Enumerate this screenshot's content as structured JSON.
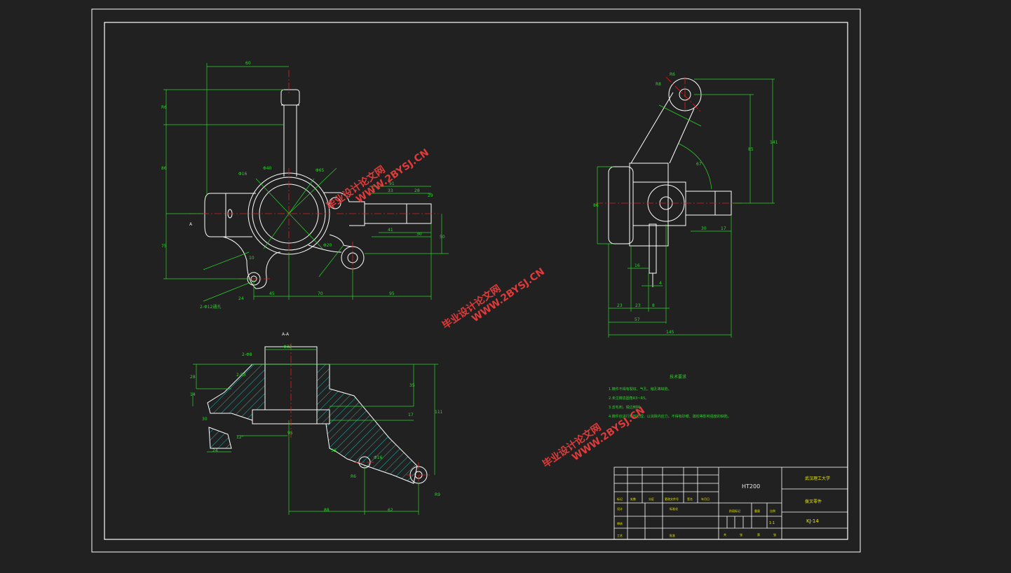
{
  "colors": {
    "background": "#212121",
    "outline": "#ffffff",
    "dimension": "#2bd62b",
    "centerline": "#e02020",
    "hatch": "#2ad6d6",
    "watermark": "#e03a3a",
    "title_text": "#e8e800"
  },
  "watermark": {
    "line1": "毕业设计论文网",
    "line2": "WWW.2BYSJ.CN"
  },
  "section_label": "A-A",
  "view_marker": "A",
  "front_view": {
    "dims": [
      "60",
      "R6",
      "86",
      "75",
      "45",
      "70",
      "95",
      "91",
      "8",
      "33",
      "28",
      "41",
      "30",
      "50",
      "29",
      "10",
      "24",
      "2-Φ12通孔",
      "Φ16",
      "Φ40",
      "Φ65",
      "Φ20"
    ]
  },
  "side_view": {
    "dims": [
      "R8",
      "R6",
      "85",
      "141",
      "67",
      "86",
      "30",
      "17",
      "16",
      "4",
      "23",
      "23",
      "8",
      "57",
      "145"
    ]
  },
  "section_view": {
    "dims": [
      "Φ32",
      "2-Φ8",
      "2-R5",
      "28",
      "14",
      "35",
      "30",
      "17",
      "111",
      "12°",
      "24",
      "95",
      "36",
      "88",
      "62",
      "R6",
      "Φ16",
      "R9"
    ]
  },
  "notes": [
    "技术要求",
    "1.铸件不得有裂纹、气孔、缩孔等缺陷。",
    "2.未注铸造圆角R3~R5。",
    "3.去毛刺，锐边倒钝。",
    "4.铸件应进行时效处理，以消除内应力。不得有砂眼、疏松等影响强度的缺陷。"
  ],
  "title_block": {
    "material": "HT200",
    "school": "武汉理工大学",
    "part_name": "拨叉零件",
    "drawing_no": "KJ-14",
    "scale": "1:1",
    "headers": [
      "标记",
      "处数",
      "分区",
      "更改文件号",
      "签名",
      "年月日"
    ],
    "rows": [
      "设计",
      "审核",
      "工艺"
    ],
    "labels": [
      "标准化",
      "批准",
      "阶段标记",
      "重量",
      "比例",
      "共",
      "张",
      "第",
      "张"
    ]
  }
}
